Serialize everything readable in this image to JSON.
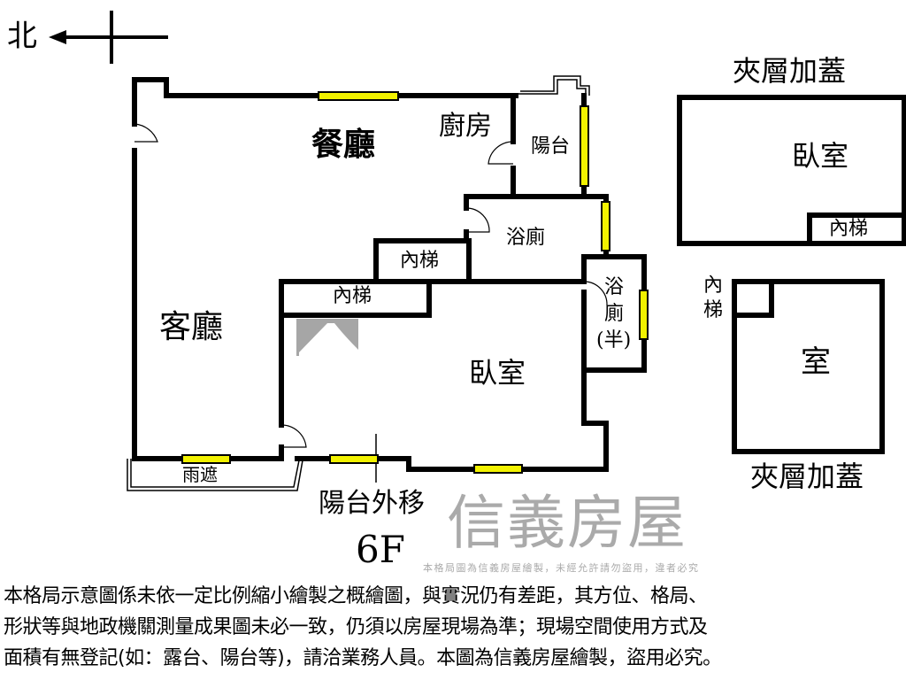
{
  "compass": {
    "label": "北",
    "icon": "north-arrow-icon"
  },
  "rooms": {
    "dining": "餐廳",
    "kitchen": "廚房",
    "balcony": "陽台",
    "bathroom": "浴廁",
    "stairs_1": "內梯",
    "stairs_2": "內梯",
    "living": "客廳",
    "half_bath_1": "浴",
    "half_bath_2": "廁",
    "half_bath_3": "(半)",
    "bedroom": "臥室",
    "canopy": "雨遮",
    "balcony_moved": "陽台外移"
  },
  "floor_label": "6F",
  "mezzanine_upper": {
    "title": "夾層加蓋",
    "bedroom": "臥室",
    "stairs": "內梯"
  },
  "mezzanine_lower": {
    "title": "夾層加蓋",
    "room": "室",
    "stairs_1": "內",
    "stairs_2": "梯"
  },
  "watermark": {
    "brand": "信義房屋",
    "notice": "本格局圖為信義房屋繪製，未經允許請勿盜用，違者必究",
    "color": "#a6a6a6"
  },
  "disclaimer": [
    "本格局示意圖係未依一定比例縮小繪製之概繪圖，與實況仍有差距，其方位、格局、",
    "形狀等與地政機關測量成果圖未必一致，仍須以房屋現場為準；現場空間使用方式及",
    "面積有無登記(如：露台、陽台等)，請洽業務人員。本圖為信義房屋繪製，盜用必究。"
  ],
  "colors": {
    "wall": "#000000",
    "window": "#f2f200"
  }
}
